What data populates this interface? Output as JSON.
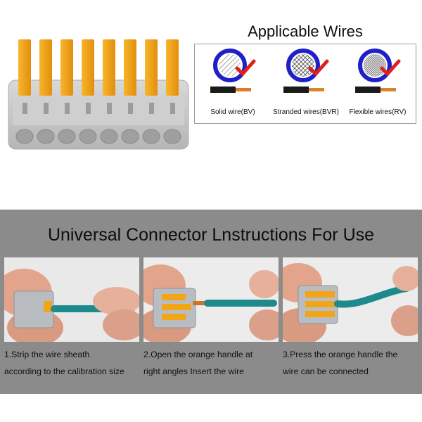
{
  "wires": {
    "title": "Applicable Wires",
    "items": [
      {
        "label": "Solid wire(BV)"
      },
      {
        "label": "Stranded wires(BVR)"
      },
      {
        "label": "Flexible wires(RV)"
      }
    ]
  },
  "instructions": {
    "title": "Universal Connector Lnstructions For Use",
    "steps": [
      {
        "line1": "1.Strip the wire sheath",
        "line2": "according to the calibration size"
      },
      {
        "line1": "2.Open the orange handle at",
        "line2": "right angles Insert the wire"
      },
      {
        "line1": "3.Press the orange handle the",
        "line2": "wire can be connected"
      }
    ]
  },
  "colors": {
    "handle_orange": "#f2a516",
    "connector_grey": "#c9c9c9",
    "band_grey": "#8b8b8b",
    "wire_ring_blue": "#2020c8",
    "check_red": "#e0201c",
    "cable_teal": "#1f8a8c"
  }
}
